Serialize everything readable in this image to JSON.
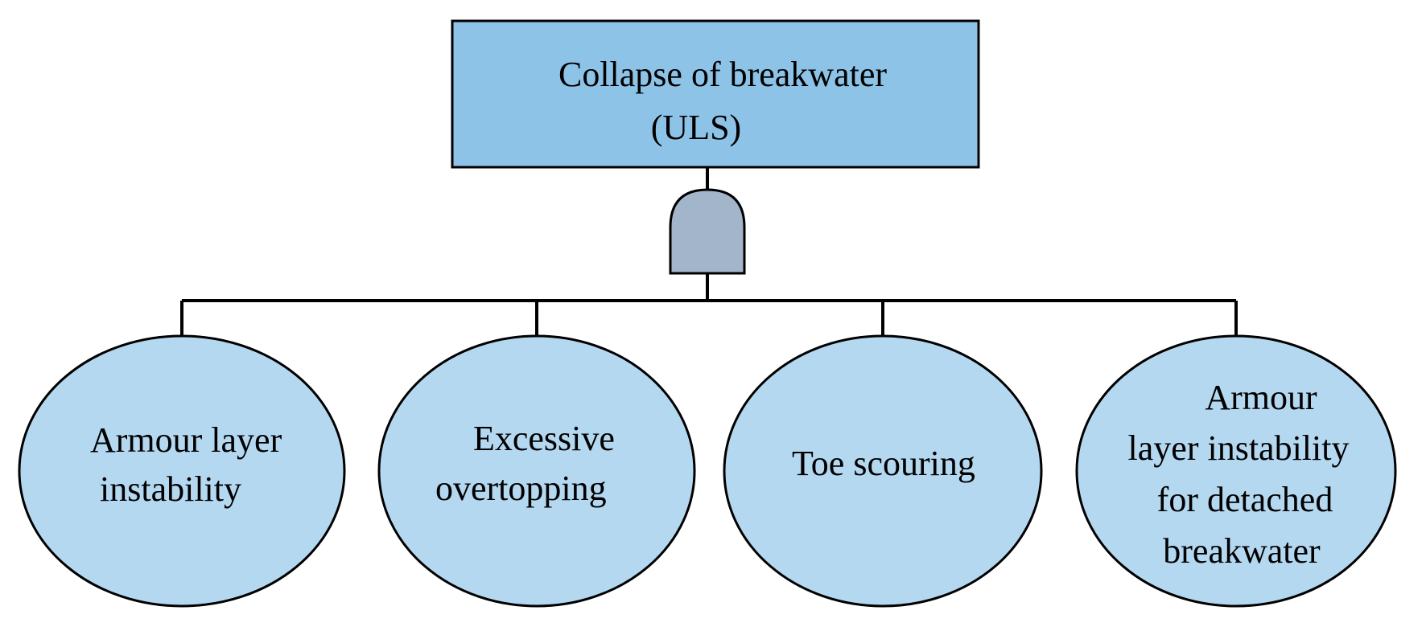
{
  "top_event": {
    "line1": "Collapse of breakwater",
    "line2": "(ULS)"
  },
  "gate": {
    "type": "AND",
    "icon": "and-gate-icon"
  },
  "basic_events": [
    {
      "lines": [
        "Armour layer",
        "instability"
      ]
    },
    {
      "lines": [
        "Excessive",
        "overtopping"
      ]
    },
    {
      "lines": [
        "Toe scouring"
      ]
    },
    {
      "lines": [
        "Armour",
        "layer instability",
        "for detached",
        "breakwater"
      ]
    }
  ],
  "colors": {
    "top_box_fill": "#8ec3e8",
    "event_fill": "#b5d8f1",
    "gate_fill": "#a3b5ca",
    "stroke": "#000000"
  }
}
